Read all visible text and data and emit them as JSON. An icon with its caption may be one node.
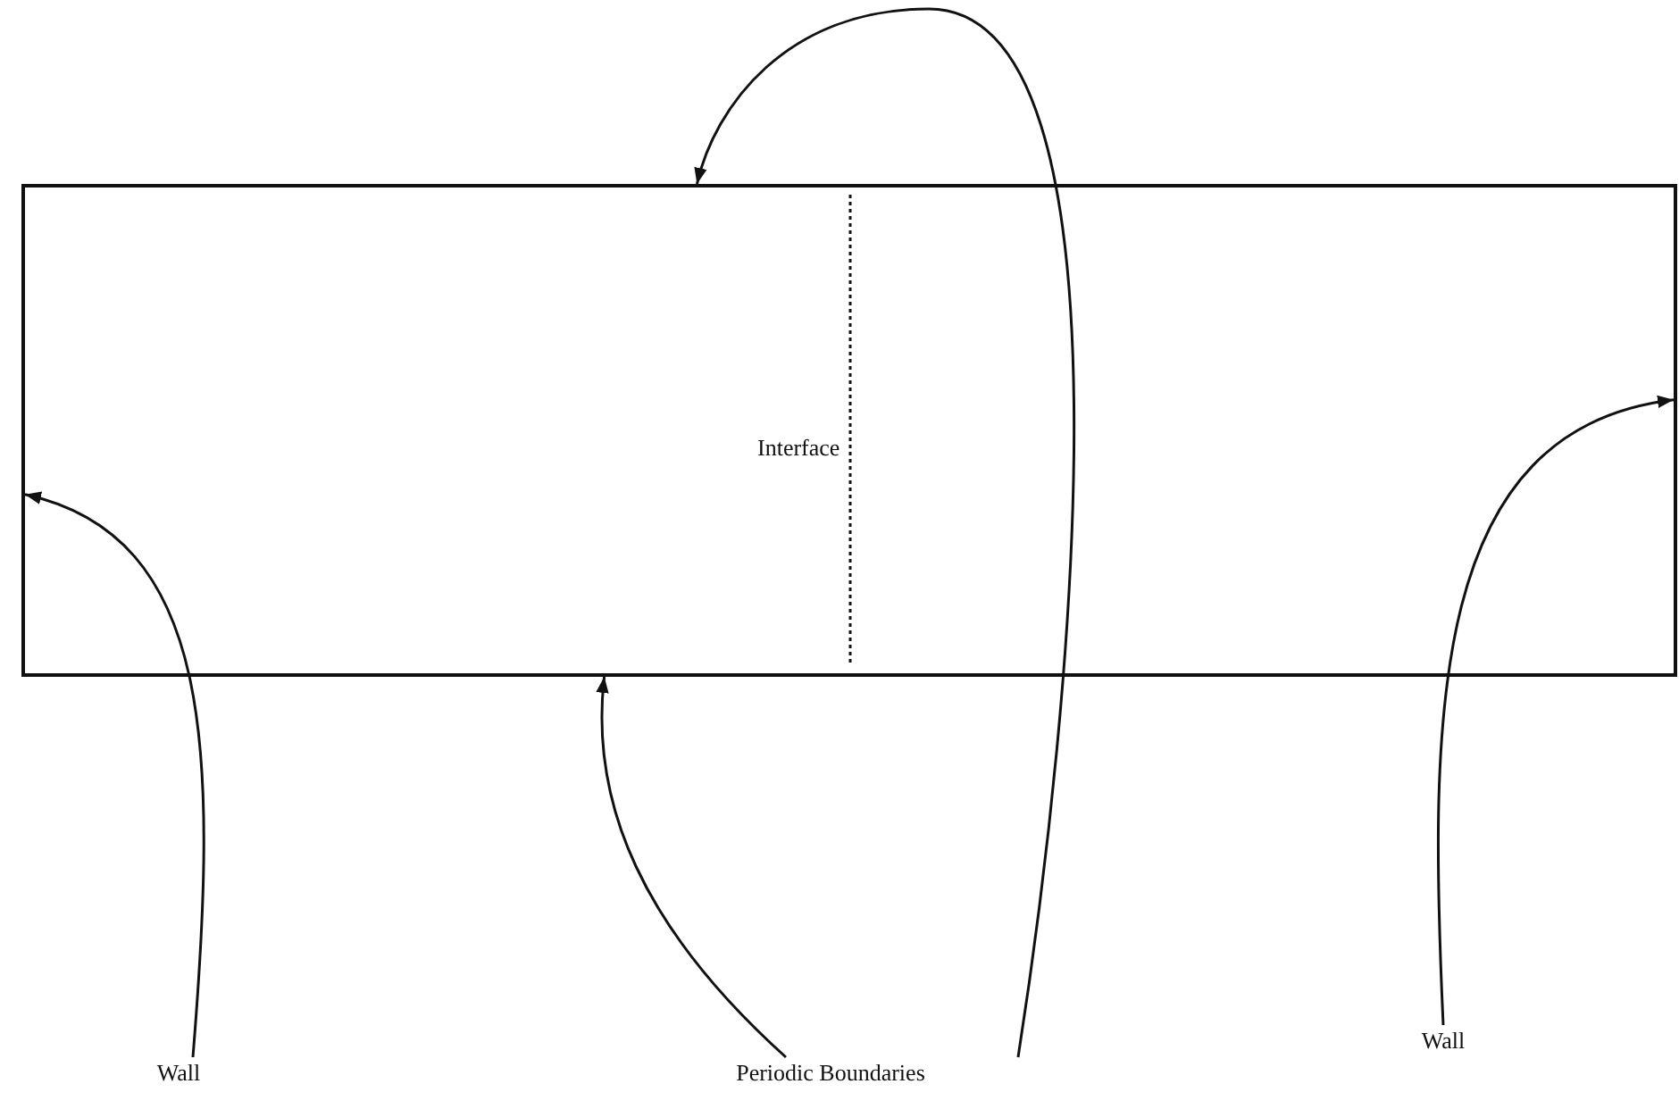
{
  "diagram": {
    "nodes": [
      {
        "text": [],
        "shape": "box"
      },
      {
        "text": [],
        "shape": "bar",
        "in": 0
      },
      {
        "text": [],
        "shape": "bar",
        "in": 0
      },
      {
        "text": [],
        "shape": "bar",
        "in": 0
      },
      {
        "text": [],
        "shape": "bar",
        "in": 0
      },
      {
        "text": [
          "Wall"
        ]
      },
      {
        "text": [
          "Periodic Boundaries"
        ]
      },
      {
        "text": [
          "Wall"
        ]
      }
    ],
    "edges": [
      {
        "from": 5,
        "to": 1,
        "arrow": "to"
      },
      {
        "from": 6,
        "to": 2,
        "arrow": "to"
      },
      {
        "from": 6,
        "to": 3,
        "arrow": "to"
      },
      {
        "from": 7,
        "to": 4,
        "arrow": "to"
      }
    ],
    "labels": [
      "Interface"
    ]
  }
}
